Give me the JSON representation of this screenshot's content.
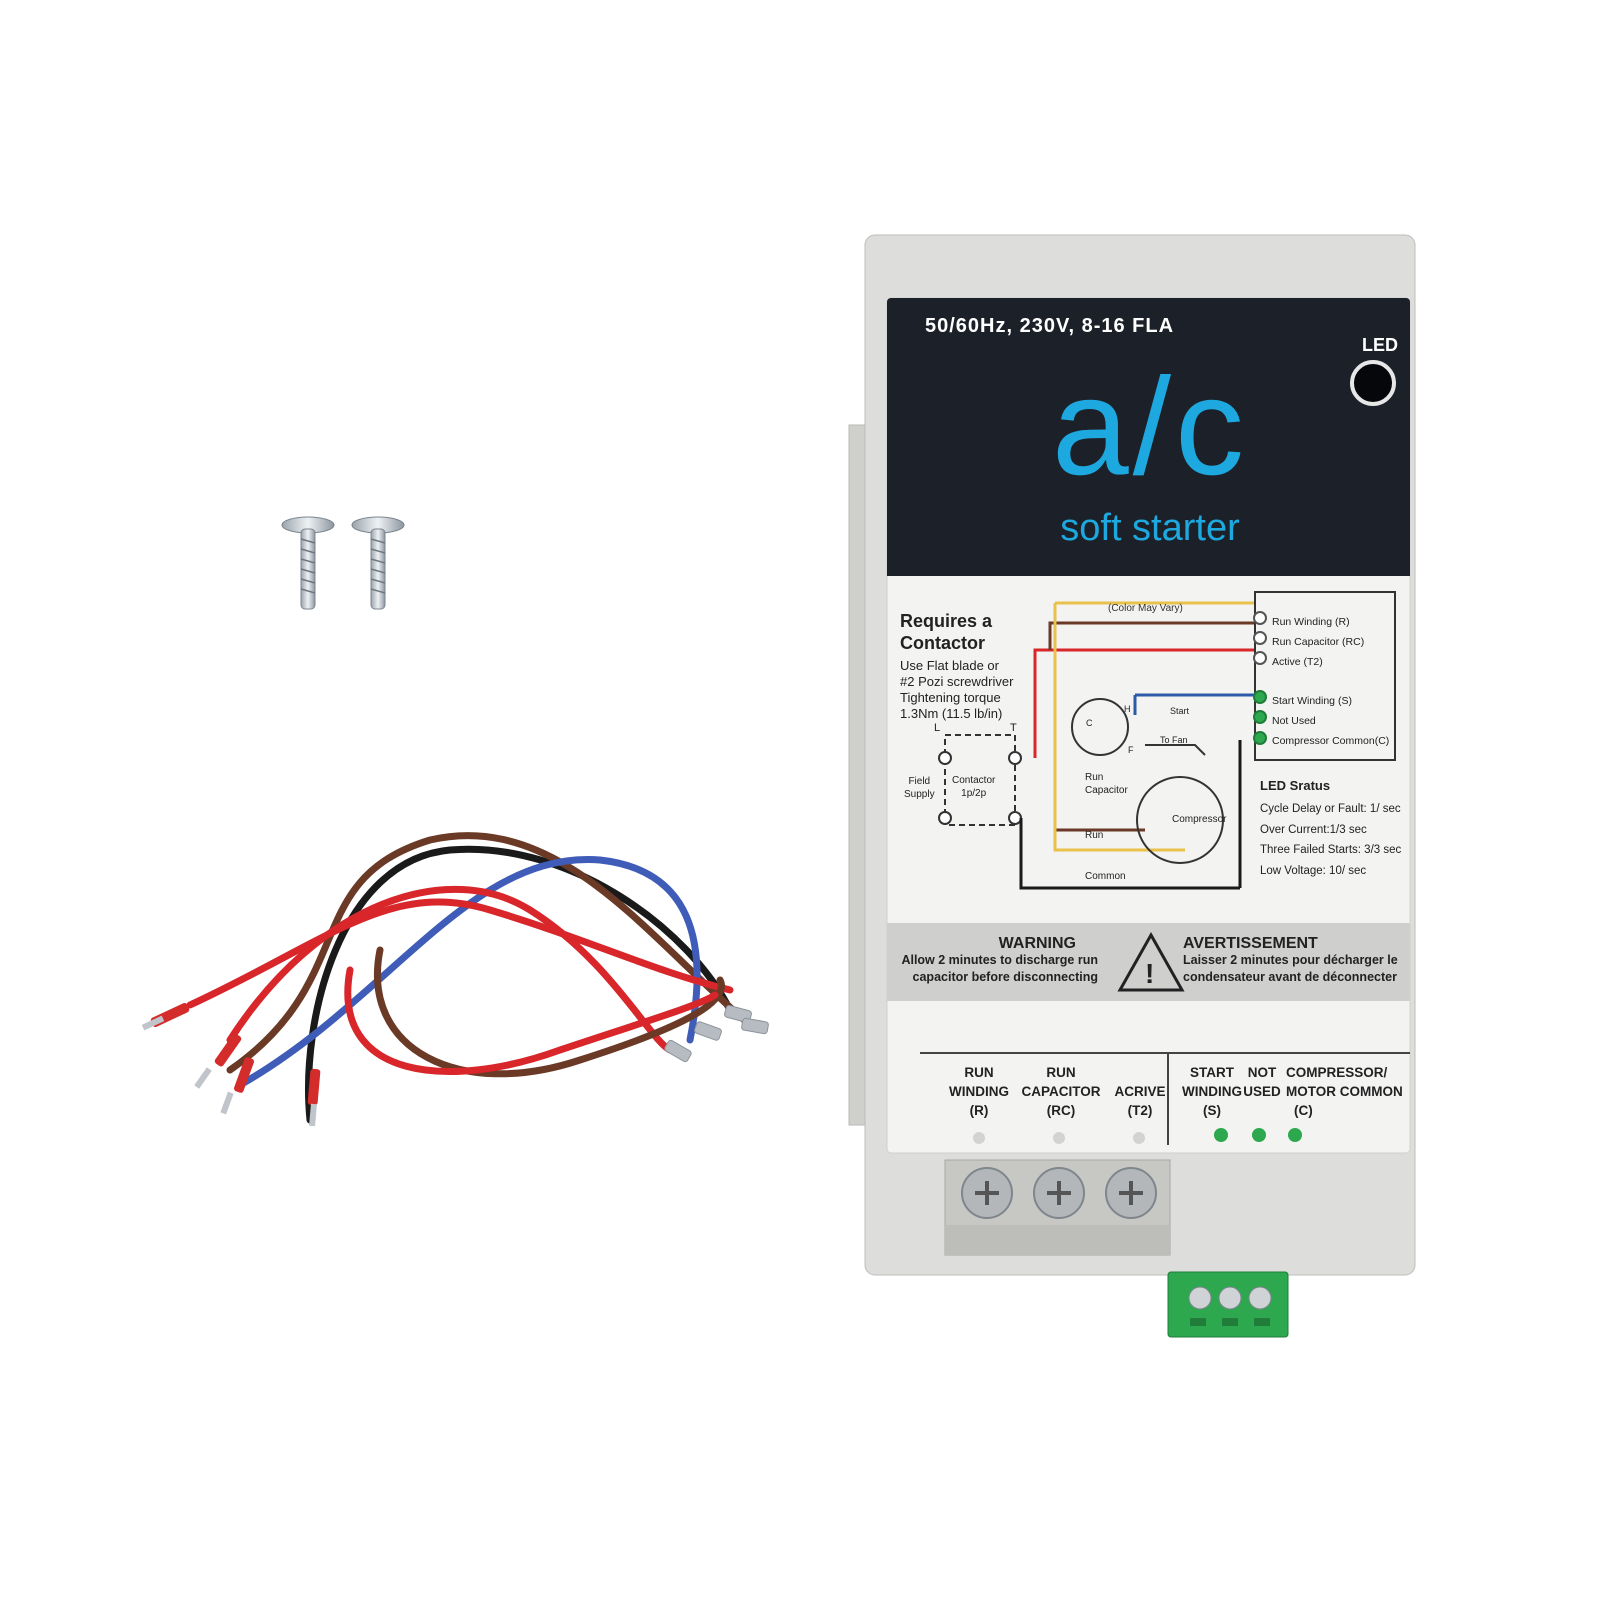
{
  "spec_line": "50/60Hz, 230V, 8-16 FLA",
  "led_label": "LED",
  "brand_big": "a/c",
  "brand_sub": "soft starter",
  "colors": {
    "label_dark": "#1c2129",
    "brand_blue": "#1da9df",
    "case_gray": "#dcdcda",
    "terminal_green": "#2ea84f",
    "wire_red": "#d8262b",
    "wire_brown": "#6b3a26",
    "wire_blue": "#3f5db8",
    "wire_black": "#1a1a1a",
    "wire_yellow": "#e8c24a"
  },
  "diagram": {
    "requires_title_1": "Requires a",
    "requires_title_2": "Contactor",
    "instr_1": "Use Flat blade or",
    "instr_2": "#2 Pozi screwdriver",
    "instr_3": "Tightening torque",
    "instr_4": "1.3Nm (11.5 lb/in)",
    "color_note": "(Color May Vary)",
    "terminals": [
      "Run Winding (R)",
      "Run Capacitor (RC)",
      "Active (T2)",
      "Start Winding (S)",
      "Not Used",
      "Compressor Common(C)"
    ],
    "field_supply_1": "Field",
    "field_supply_2": "Supply",
    "contactor_1": "Contactor",
    "contactor_2": "1p/2p",
    "L": "L",
    "T": "T",
    "C": "C",
    "H": "H",
    "F": "F",
    "start": "Start",
    "to_fan": "To Fan",
    "run_capacitor_1": "Run",
    "run_capacitor_2": "Capacitor",
    "compressor": "Compressor",
    "run": "Run",
    "common": "Common",
    "led_status_title": "LED  Sratus",
    "led_status": [
      "Cycle Delay or Fault: 1/ sec",
      "Over Current:1/3 sec",
      "Three Failed Starts: 3/3 sec",
      "Low Voltage: 10/ sec"
    ]
  },
  "warning": {
    "title_en": "WARNING",
    "line1_en": "Allow 2 minutes to discharge run",
    "line2_en": "capacitor before disconnecting",
    "title_fr": "AVERTISSEMENT",
    "line1_fr": "Laisser 2 minutes pour décharger le",
    "line2_fr": "condensateur avant de déconnecter"
  },
  "terminal_labels": [
    {
      "l1": "RUN",
      "l2": "WINDING",
      "l3": "(R)"
    },
    {
      "l1": "RUN",
      "l2": "CAPACITOR",
      "l3": "(RC)"
    },
    {
      "l1": "",
      "l2": "ACRIVE",
      "l3": "(T2)"
    },
    {
      "l1": "START",
      "l2": "WINDING",
      "l3": "(S)"
    },
    {
      "l1": "NOT",
      "l2": "USED",
      "l3": ""
    },
    {
      "l1": "COMPRESSOR/",
      "l2": "MOTOR COMMON",
      "l3": "(C)"
    }
  ]
}
